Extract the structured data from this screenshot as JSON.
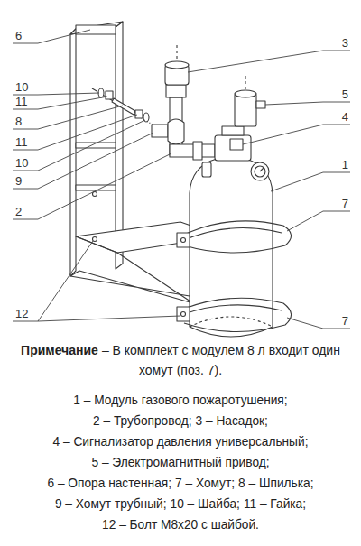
{
  "diagram": {
    "labels": [
      "6",
      "10",
      "11",
      "8",
      "11",
      "10",
      "9",
      "2",
      "12",
      "3",
      "5",
      "4",
      "1",
      "7",
      "7",
      "Примечание",
      "– В комплект с модулем 8 л входит один хомут (поз. 7).",
      "1 – Модуль газового пожаротушения;",
      "2 – Трубопровод;",
      "3 – Насадок;",
      "4 – Сигнализатор давления универсальный;",
      "5 – Электромагнитный привод;",
      "6 – Опора настенная;",
      "7 – Хомут;",
      "8 – Шпилька;",
      "9 – Хомут трубный;",
      "10 – Шайба;",
      "11 – Гайка;",
      "12 – Болт М8х20 с шайбой."
    ]
  }
}
